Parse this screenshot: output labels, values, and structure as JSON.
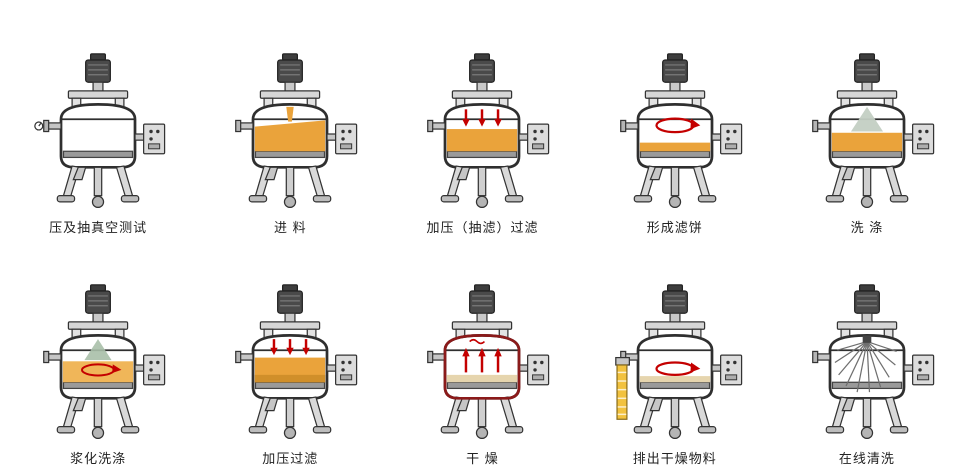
{
  "diagram": {
    "type": "process-flow",
    "equipment": "agitated-nutsche-filter-dryer",
    "colors": {
      "liquid": "#EAA33B",
      "cake": "#E6D5AE",
      "arrow_red": "#C40000",
      "machine_gray": "#D6D6D6",
      "discharge_yellow": "#F2C23E",
      "label_text": "#222222"
    },
    "stages": [
      {
        "id": 1,
        "label": "压及抽真空测试",
        "type": "pressure-vacuum-test"
      },
      {
        "id": 2,
        "label": "进 料",
        "type": "feeding"
      },
      {
        "id": 3,
        "label": "加压（抽滤）过滤",
        "type": "pressure-suction-filtration"
      },
      {
        "id": 4,
        "label": "形成滤饼",
        "type": "cake-formation"
      },
      {
        "id": 5,
        "label": "洗 涤",
        "type": "washing"
      },
      {
        "id": 6,
        "label": "浆化洗涤",
        "type": "slurry-washing"
      },
      {
        "id": 7,
        "label": "加压过滤",
        "type": "pressure-filtration"
      },
      {
        "id": 8,
        "label": "干 燥",
        "type": "drying"
      },
      {
        "id": 9,
        "label": "排出干燥物料",
        "type": "dry-material-discharge"
      },
      {
        "id": 10,
        "label": "在线清洗",
        "type": "online-cleaning-cip"
      }
    ]
  }
}
